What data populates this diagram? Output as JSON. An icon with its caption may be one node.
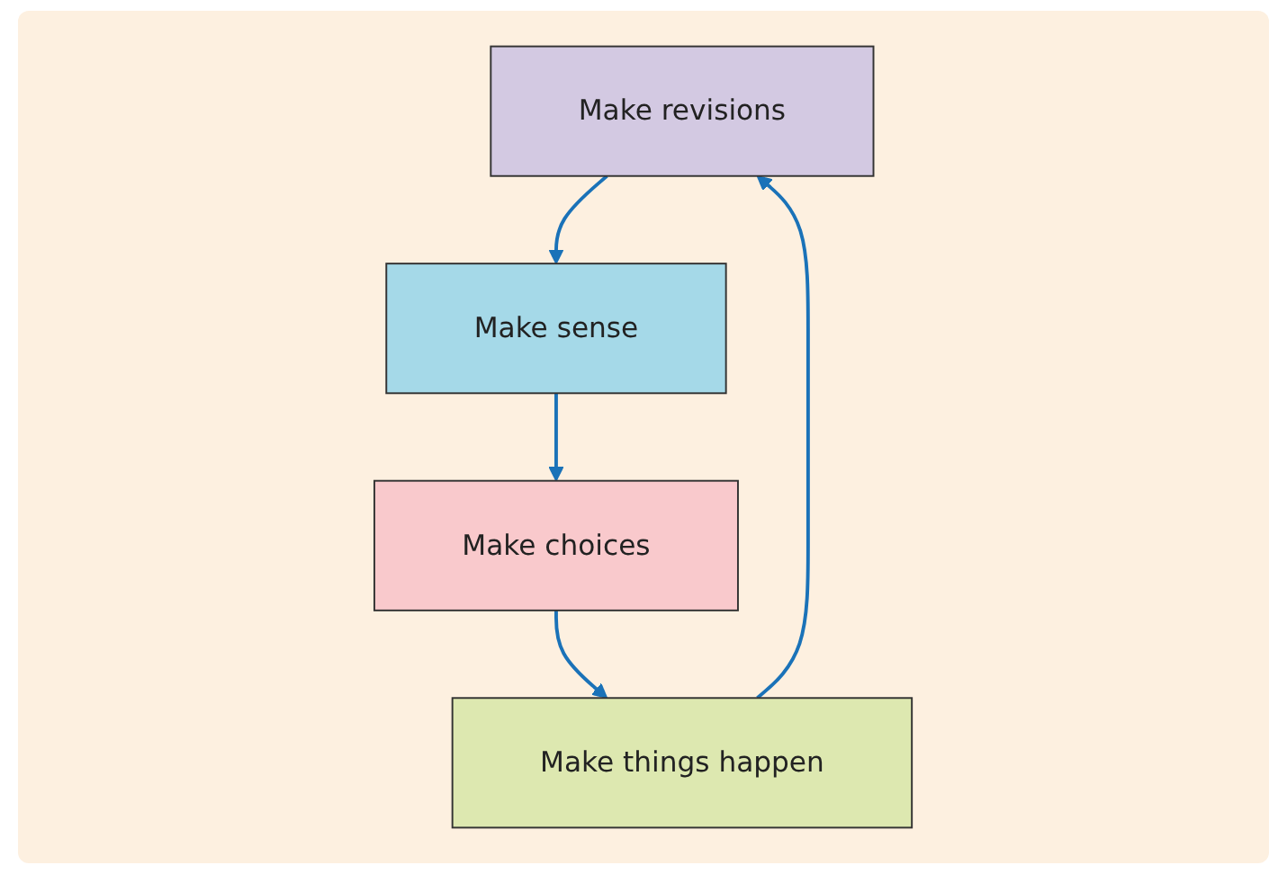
{
  "diagram": {
    "nodes": [
      {
        "text": [
          "Make revisions"
        ]
      },
      {
        "text": [
          "Make sense"
        ]
      },
      {
        "text": [
          "Make choices"
        ]
      },
      {
        "text": [
          "Make things happen"
        ]
      }
    ],
    "edges": [
      {
        "from": 0,
        "to": 1,
        "arrow": "to"
      },
      {
        "from": 1,
        "to": 2,
        "arrow": "to"
      },
      {
        "from": 2,
        "to": 3,
        "arrow": "to"
      },
      {
        "from": 3,
        "to": 0,
        "arrow": "to"
      }
    ]
  }
}
